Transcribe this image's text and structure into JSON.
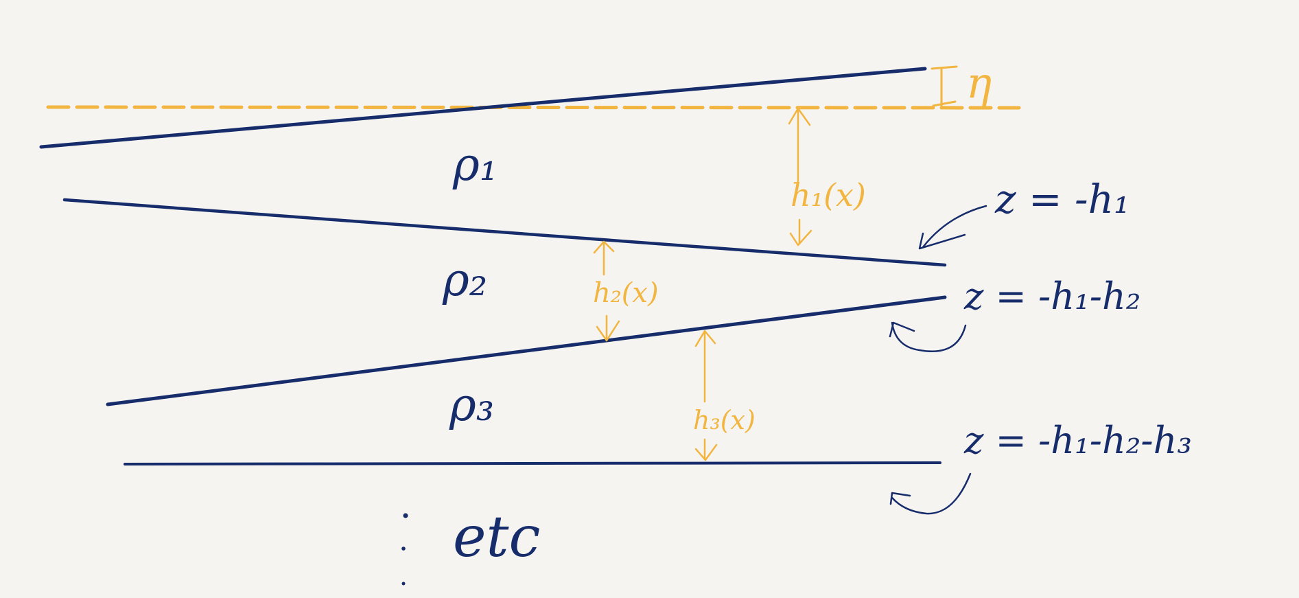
{
  "colors": {
    "background": "#f5f4f1",
    "interface": "#172c6b",
    "annotation": "#f1b540"
  },
  "layers": [
    {
      "density": "ρ₁",
      "thickness": "h₁(x)"
    },
    {
      "density": "ρ₂",
      "thickness": "h₂(x)"
    },
    {
      "density": "ρ₃",
      "thickness": "h₃(x)"
    }
  ],
  "surface_label": "η",
  "interface_labels": [
    "z = -h₁",
    "z = -h₁-h₂",
    "z = -h₁-h₂-h₃"
  ],
  "continuation": "etc"
}
